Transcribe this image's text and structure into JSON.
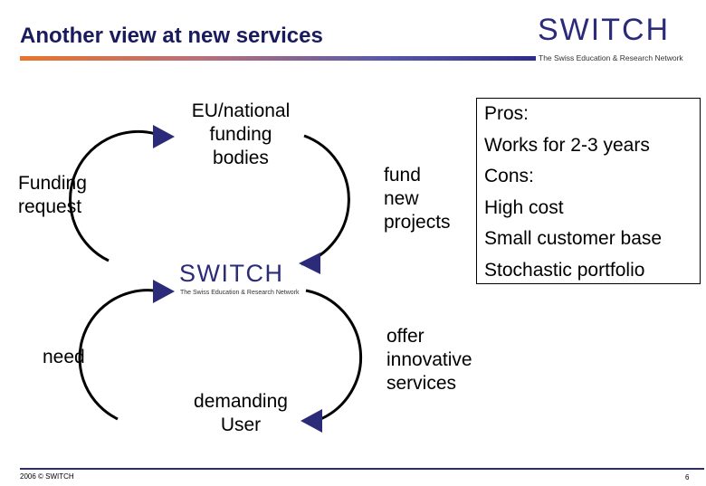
{
  "header": {
    "title": "Another view at new services",
    "logo": {
      "wordmark": "SWITCH",
      "tagline": "The Swiss Education & Research Network"
    }
  },
  "cycle": {
    "top_center": "EU/national\nfunding\nbodies",
    "left_upper": "Funding\nrequest",
    "right_upper": "fund\nnew\nprojects",
    "center_logo": {
      "wordmark": "SWITCH",
      "tagline": "The Swiss Education & Research Network"
    },
    "left_lower": "need",
    "bottom_center": "demanding\nUser",
    "right_lower": "offer\ninnovative\nservices"
  },
  "pros_cons": {
    "lines": [
      "Pros:",
      "Works for 2-3 years",
      "Cons:",
      "High cost",
      "Small customer base",
      "Stochastic portfolio"
    ]
  },
  "footer": {
    "copyright": "2006 © SWITCH",
    "page_number": "6"
  },
  "colors": {
    "title": "#1a1a5e",
    "arrow_fill": "#2b2b7a",
    "brand": "#2b2b7a"
  },
  "icons": [
    "arrowhead-icon"
  ]
}
